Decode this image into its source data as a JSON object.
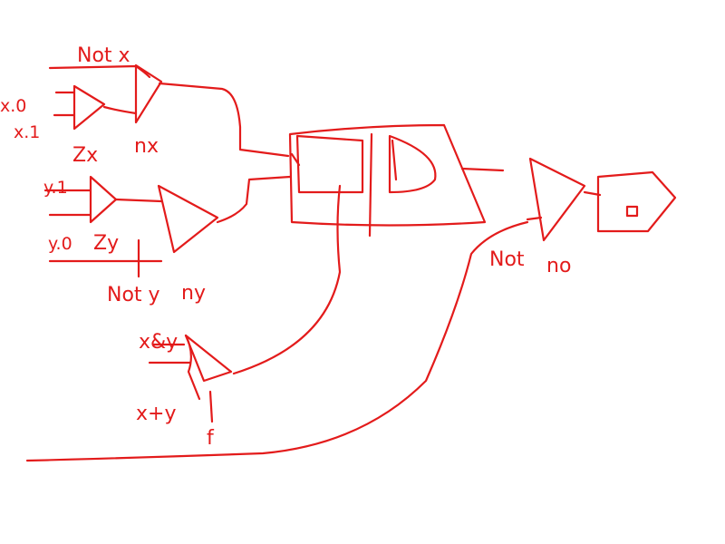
{
  "stroke_color": "#e31b1b",
  "labels": {
    "not_x": "Not x",
    "x_0": "x.0",
    "x_1": "x.1",
    "zx": "Zx",
    "nx": "nx",
    "y_1": "y.1",
    "y_0": "y.0",
    "zy": "Zy",
    "not_y": "Not y",
    "ny": "ny",
    "x_and_y": "x&y",
    "x_plus_y": "x+y",
    "f": "f",
    "not_out": "Not",
    "no": "no"
  }
}
